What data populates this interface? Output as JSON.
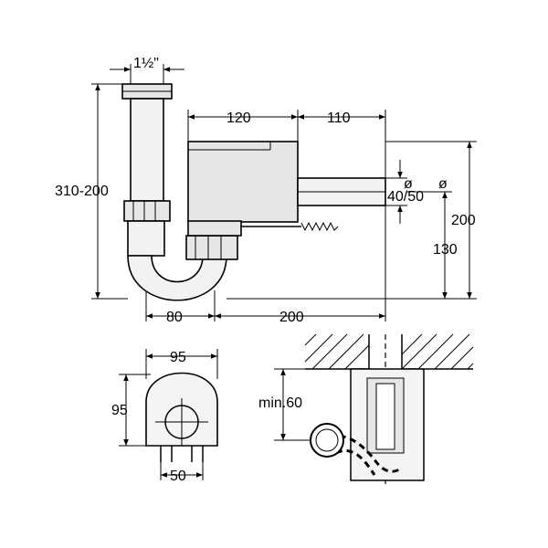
{
  "dimensions": {
    "pipe_diameter": "1½\"",
    "height_range": "310-200",
    "box_width": "120",
    "extension_length": "110",
    "outlet_diameter": "40/50",
    "overall_height": "200",
    "outlet_height": "130",
    "offset_80": "80",
    "length_200": "200",
    "body_width": "95",
    "body_height": "95",
    "bolt_spacing": "50",
    "min_clearance": "min.60"
  },
  "symbols": {
    "diameter_a": "ø",
    "diameter_b": "ø"
  }
}
